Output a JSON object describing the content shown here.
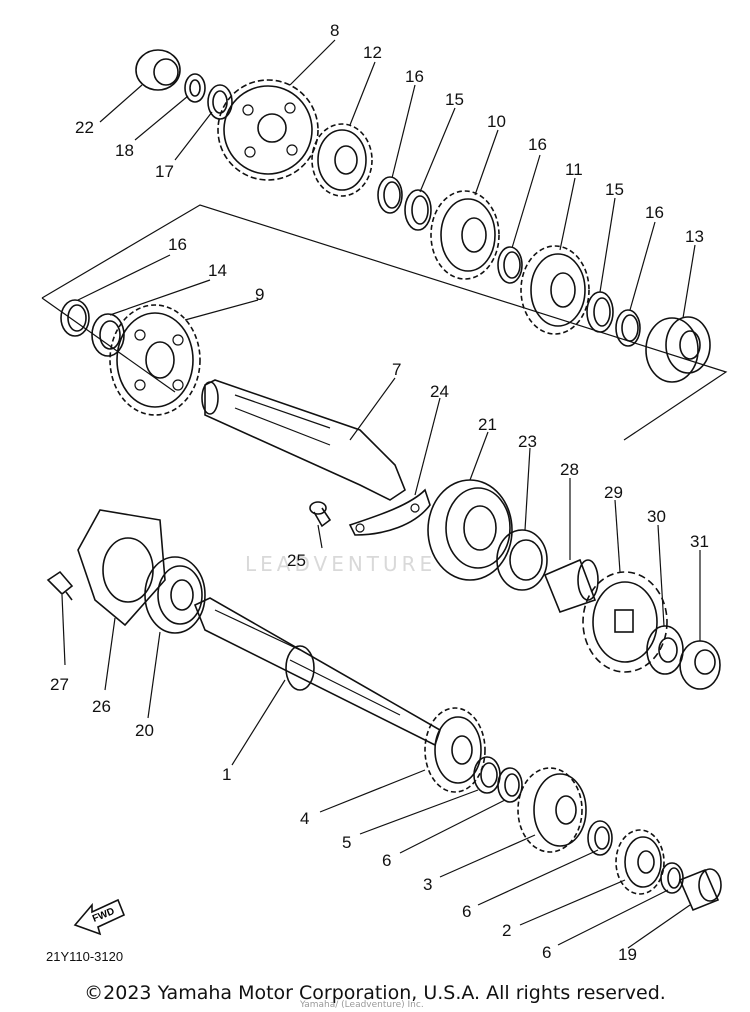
{
  "diagram": {
    "callouts": [
      {
        "id": "1",
        "label": "1"
      },
      {
        "id": "2",
        "label": "2"
      },
      {
        "id": "3",
        "label": "3"
      },
      {
        "id": "4",
        "label": "4"
      },
      {
        "id": "5",
        "label": "5"
      },
      {
        "id": "6a",
        "label": "6"
      },
      {
        "id": "6b",
        "label": "6"
      },
      {
        "id": "6c",
        "label": "6"
      },
      {
        "id": "7",
        "label": "7"
      },
      {
        "id": "8",
        "label": "8"
      },
      {
        "id": "9",
        "label": "9"
      },
      {
        "id": "10",
        "label": "10"
      },
      {
        "id": "11",
        "label": "11"
      },
      {
        "id": "12",
        "label": "12"
      },
      {
        "id": "13",
        "label": "13"
      },
      {
        "id": "14",
        "label": "14"
      },
      {
        "id": "15a",
        "label": "15"
      },
      {
        "id": "15b",
        "label": "15"
      },
      {
        "id": "16a",
        "label": "16"
      },
      {
        "id": "16b",
        "label": "16"
      },
      {
        "id": "16c",
        "label": "16"
      },
      {
        "id": "16d",
        "label": "16"
      },
      {
        "id": "17",
        "label": "17"
      },
      {
        "id": "18",
        "label": "18"
      },
      {
        "id": "19",
        "label": "19"
      },
      {
        "id": "20",
        "label": "20"
      },
      {
        "id": "21",
        "label": "21"
      },
      {
        "id": "22",
        "label": "22"
      },
      {
        "id": "23",
        "label": "23"
      },
      {
        "id": "24",
        "label": "24"
      },
      {
        "id": "25",
        "label": "25"
      },
      {
        "id": "26",
        "label": "26"
      },
      {
        "id": "27",
        "label": "27"
      },
      {
        "id": "28",
        "label": "28"
      },
      {
        "id": "29",
        "label": "29"
      },
      {
        "id": "30",
        "label": "30"
      },
      {
        "id": "31",
        "label": "31"
      }
    ],
    "fwd_label": "FWD",
    "figure_code": "21Y110-3120"
  },
  "footer": {
    "copyright": "©2023 Yamaha Motor Corporation, U.S.A. All rights reserved.",
    "dealer_overlay": "Yamaha/ (Leadventure) Inc.",
    "watermark": "LEADVENTURE"
  }
}
